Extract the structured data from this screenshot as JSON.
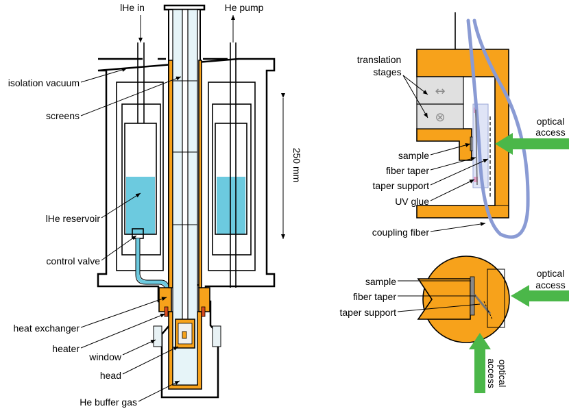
{
  "cryostat": {
    "labels": {
      "lhe_in": "lHe in",
      "he_pump": "He pump",
      "isolation_vacuum": "isolation vacuum",
      "screens": "screens",
      "lhe_reservoir": "lHe reservoir",
      "control_valve": "control valve",
      "heat_exchanger": "heat exchanger",
      "heater": "heater",
      "window": "window",
      "head": "head",
      "he_buffer_gas": "He buffer gas",
      "scale": "250 mm"
    }
  },
  "side_view": {
    "labels": {
      "translation_stages_line1": "translation",
      "translation_stages_line2": "stages",
      "sample": "sample",
      "fiber_taper": "fiber taper",
      "taper_support": "taper support",
      "uv_glue": "UV glue",
      "coupling_fiber": "coupling fiber",
      "optical_access_line1": "optical",
      "optical_access_line2": "access"
    }
  },
  "top_view": {
    "labels": {
      "sample": "sample",
      "fiber_taper": "fiber taper",
      "taper_support": "taper support",
      "optical_access_right_line1": "optical",
      "optical_access_right_line2": "access",
      "optical_access_bottom_line1": "optical",
      "optical_access_bottom_line2": "access"
    }
  },
  "colors": {
    "copper": "#f7a21b",
    "liquid_helium": "#6ccadf",
    "optical_arrow": "#4bb749",
    "fiber": "#8a9bd4"
  }
}
